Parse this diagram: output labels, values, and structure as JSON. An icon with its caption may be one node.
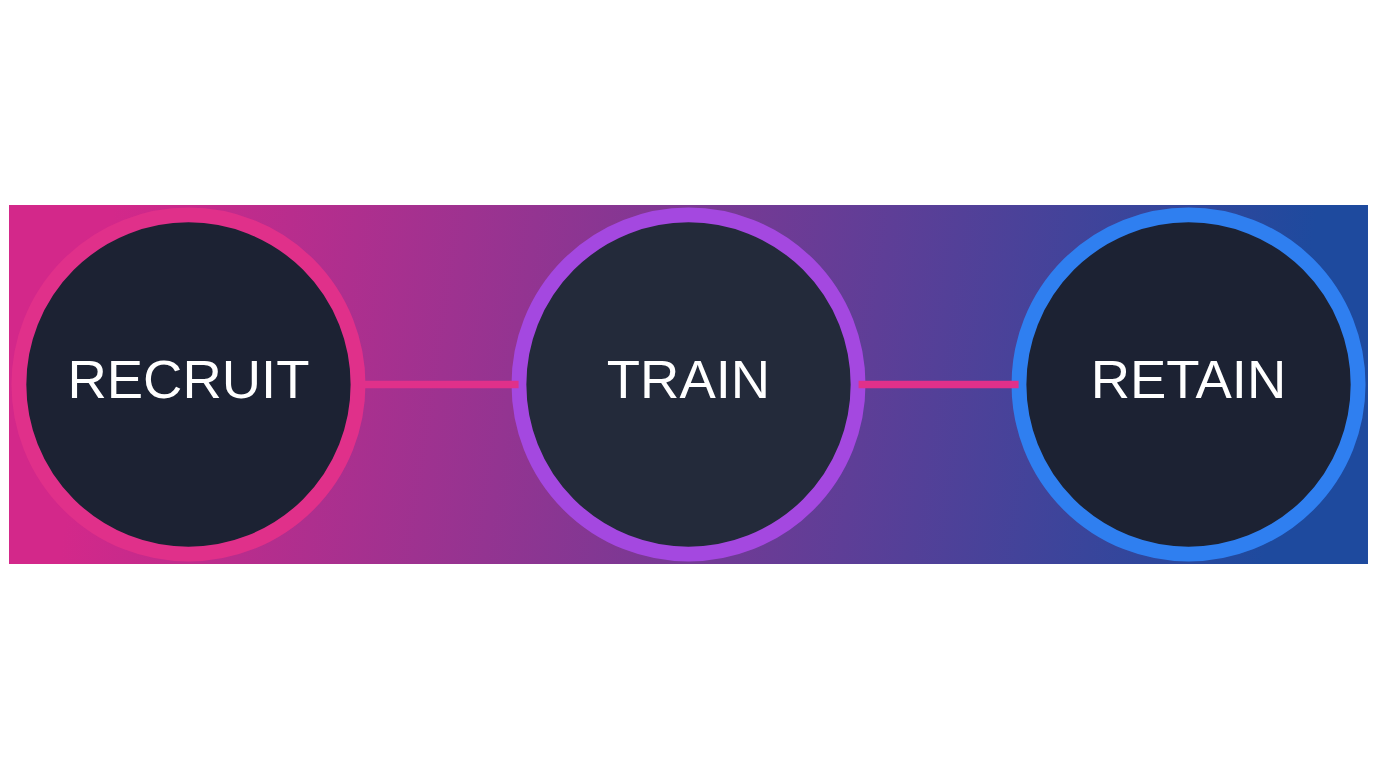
{
  "diagram": {
    "nodes": [
      {
        "text": [
          "RECRUIT"
        ]
      },
      {
        "text": [
          "TRAIN"
        ]
      },
      {
        "text": [
          "RETAIN"
        ]
      }
    ],
    "edges": [
      {
        "from": 0,
        "to": 1,
        "arrow": "none",
        "color": "#e0308a"
      },
      {
        "from": 1,
        "to": 2,
        "arrow": "none",
        "color": "#e0308a"
      }
    ]
  }
}
